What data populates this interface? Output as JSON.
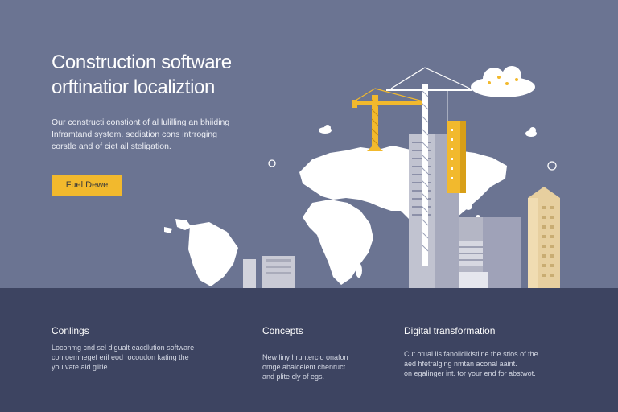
{
  "hero": {
    "title_lines": [
      "Construction software",
      "orftinatior localiztion"
    ],
    "description_lines": [
      "Our constructi constiont of al lulilling an bhiiding",
      "Inframtand system. sediation cons intrroging",
      "corstle and of ciet ail steligation."
    ],
    "cta_label": "Fuel Dewe"
  },
  "footer": {
    "columns": [
      {
        "title": "Conlings",
        "lines": [
          "Loconmg cnd sel digualt eacdlution software",
          "con oemhegef eril eod rocoudon kating the",
          "you vate aid giitle."
        ]
      },
      {
        "title": "Concepts",
        "lines": [
          "New liny hruntercio onafon",
          "omge abalcelent chenruct",
          "and plite cly of egs."
        ]
      },
      {
        "title": "Digital transformation",
        "lines": [
          "Cut otual lis fanolidikistiine the stios of the",
          "aed hfetralging nmtan aconal aaint.",
          "on egalinger int. tor your end for abstwot."
        ]
      }
    ]
  },
  "colors": {
    "hero_background": "#6b7492",
    "footer_background": "#3d4461",
    "accent_yellow": "#f2b92d",
    "building_grey": "#c9c9d3",
    "map_white": "#ffffff"
  },
  "icons": [
    "cloud-icon",
    "crane-icon",
    "world-map-icon",
    "skyscraper-icon",
    "small-cloud-icon",
    "location-pin-icon"
  ]
}
